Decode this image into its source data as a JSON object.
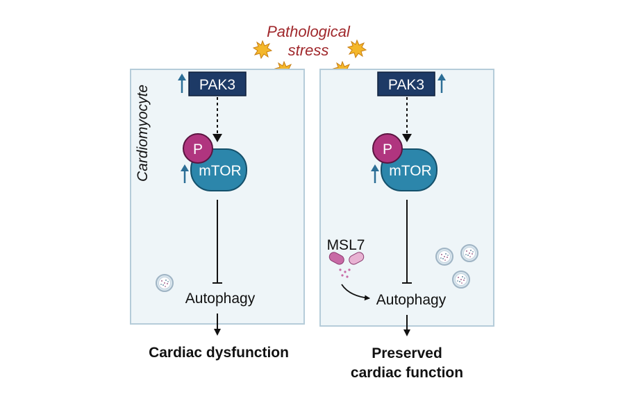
{
  "stress": {
    "line1": "Pathological",
    "line2": "stress"
  },
  "cell_label": "Cardiomyocyte",
  "left_panel": {
    "kinase": "PAK3",
    "target": "mTOR",
    "phospho": "P",
    "process": "Autophagy",
    "outcome": "Cardiac dysfunction"
  },
  "right_panel": {
    "kinase": "PAK3",
    "target": "mTOR",
    "phospho": "P",
    "process": "Autophagy",
    "drug": "MSL7",
    "outcome_line1": "Preserved",
    "outcome_line2": "cardiac function"
  },
  "colors": {
    "panel_fill": "#eef5f8",
    "panel_border": "#b5ccd9",
    "kinase_fill": "#1d3a66",
    "mtor_fill": "#2c86ab",
    "phospho_fill": "#b0357f",
    "arrow_up": "#2c6e96",
    "stress_text": "#a0282c",
    "star_fill": "#f4b72b",
    "drug_pink": "#d98fbf"
  }
}
